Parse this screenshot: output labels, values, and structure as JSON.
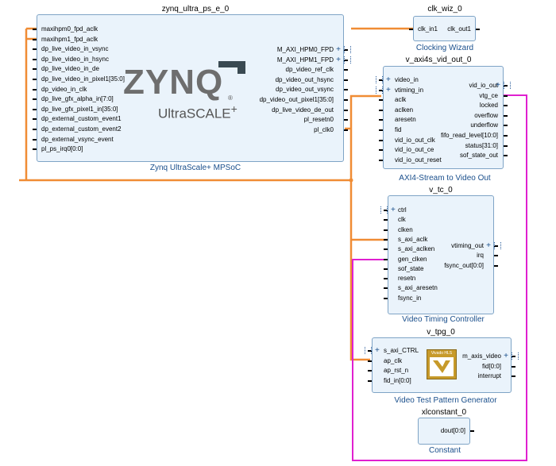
{
  "zynq": {
    "name": "zynq_ultra_ps_e_0",
    "subtitle": "Zynq UltraScale+ MPSoC",
    "logo_main": "ZYNQ",
    "logo_sub": "UltraSCALE",
    "logo_plus": "+",
    "logo_reg": "®",
    "left_pins": [
      "maxihpm0_fpd_aclk",
      "maxihpm1_fpd_aclk",
      "dp_live_video_in_vsync",
      "dp_live_video_in_hsync",
      "dp_live_video_in_de",
      "dp_live_video_in_pixel1[35:0]",
      "dp_video_in_clk",
      "dp_live_gfx_alpha_in[7:0]",
      "dp_live_gfx_pixel1_in[35:0]",
      "dp_external_custom_event1",
      "dp_external_custom_event2",
      "dp_external_vsync_event",
      "pl_ps_irq0[0:0]"
    ],
    "right_pins": [
      "M_AXI_HPM0_FPD",
      "M_AXI_HPM1_FPD",
      "dp_video_ref_clk",
      "dp_video_out_hsync",
      "dp_video_out_vsync",
      "dp_video_out_pixel1[35:0]",
      "dp_live_video_de_out",
      "pl_resetn0",
      "pl_clk0"
    ]
  },
  "clkwiz": {
    "name": "clk_wiz_0",
    "subtitle": "Clocking Wizard",
    "left_pins": [
      "clk_in1"
    ],
    "right_pins": [
      "clk_out1"
    ]
  },
  "axi4s": {
    "name": "v_axi4s_vid_out_0",
    "subtitle": "AXI4-Stream to Video Out",
    "left_pins": [
      "video_in",
      "vtiming_in",
      "aclk",
      "aclken",
      "aresetn",
      "fid",
      "vid_io_out_clk",
      "vid_io_out_ce",
      "vid_io_out_reset"
    ],
    "right_pins": [
      "vid_io_out",
      "vtg_ce",
      "locked",
      "overflow",
      "underflow",
      "fifo_read_level[10:0]",
      "status[31:0]",
      "sof_state_out"
    ]
  },
  "vtc": {
    "name": "v_tc_0",
    "subtitle": "Video Timing Controller",
    "left_pins": [
      "ctrl",
      "clk",
      "clken",
      "s_axi_aclk",
      "s_axi_aclken",
      "gen_clken",
      "sof_state",
      "resetn",
      "s_axi_aresetn",
      "fsync_in"
    ],
    "right_pins": [
      "vtiming_out",
      "irq",
      "fsync_out[0:0]"
    ]
  },
  "tpg": {
    "name": "v_tpg_0",
    "subtitle": "Video Test Pattern Generator",
    "logo_text": "Vivado HLS",
    "left_pins": [
      "s_axi_CTRL",
      "ap_clk",
      "ap_rst_n",
      "fid_in[0:0]"
    ],
    "right_pins": [
      "m_axis_video",
      "fid[0:0]",
      "interrupt"
    ]
  },
  "xlconst": {
    "name": "xlconstant_0",
    "subtitle": "Constant",
    "right_pins": [
      "dout[0:0]"
    ]
  },
  "colors": {
    "block_fill": "#eaf3fb",
    "block_border": "#7fa4c6",
    "clock_wire": "#f08c34",
    "vtg_wire": "#e020d0",
    "subtitle_text": "#1a4f8c",
    "logo_gray": "#6e6e6e",
    "logo_arrow": "#3a4a52"
  }
}
